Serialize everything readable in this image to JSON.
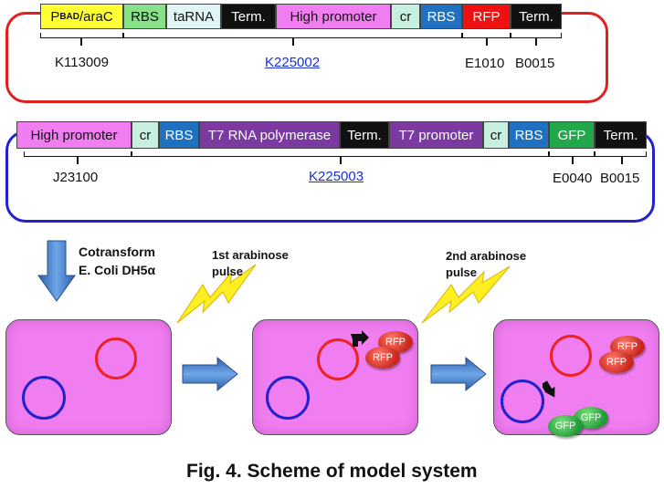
{
  "plasmid1": {
    "parts": [
      {
        "text": "P",
        "sub": "BAD",
        "suffix": "/araC",
        "color": "#ffff33"
      },
      {
        "text": "RBS",
        "color": "#88e088"
      },
      {
        "text": "taRNA",
        "color": "#e0f6f6"
      },
      {
        "text": "Term.",
        "color": "#111111",
        "fg": "#ffffff"
      },
      {
        "text": "High promoter",
        "color": "#f07ef0"
      },
      {
        "text": "cr",
        "color": "#c8f0e0"
      },
      {
        "text": "RBS",
        "color": "#1f70c0",
        "fg": "#ffffff"
      },
      {
        "text": "RFP",
        "color": "#ee1111",
        "fg": "#ffffff"
      },
      {
        "text": "Term.",
        "color": "#111111",
        "fg": "#ffffff"
      }
    ],
    "labels": [
      "K113009",
      "K225002",
      "E1010",
      "B0015"
    ]
  },
  "plasmid2": {
    "parts": [
      {
        "text": "High promoter",
        "color": "#f07ef0"
      },
      {
        "text": "cr",
        "color": "#c8f0e0"
      },
      {
        "text": "RBS",
        "color": "#1f70c0",
        "fg": "#ffffff"
      },
      {
        "text": "T7 RNA polymerase",
        "color": "#7a3aa0",
        "fg": "#ffffff"
      },
      {
        "text": "Term.",
        "color": "#111111",
        "fg": "#ffffff"
      },
      {
        "text": "T7 promoter",
        "color": "#7a3aa0",
        "fg": "#ffffff"
      },
      {
        "text": "cr",
        "color": "#c8f0e0"
      },
      {
        "text": "RBS",
        "color": "#1f70c0",
        "fg": "#ffffff"
      },
      {
        "text": "GFP",
        "color": "#22a84a",
        "fg": "#ffffff"
      },
      {
        "text": "Term.",
        "color": "#111111",
        "fg": "#ffffff"
      }
    ],
    "labels": [
      "J23100",
      "K225003",
      "E0040",
      "B0015"
    ]
  },
  "steps": {
    "cotransform": "Cotransform",
    "strain": "E. Coli DH5α",
    "pulse1": "1st  arabinose",
    "pulse1b": "pulse",
    "pulse2": "2nd arabinose",
    "pulse2b": "pulse"
  },
  "proteins": {
    "rfp": "RFP",
    "gfp": "GFP"
  },
  "caption": "Fig. 4. Scheme of model system",
  "colors": {
    "plasmid1_ring": "#ee2222",
    "plasmid2_ring": "#2222cc",
    "cell": "#f07ef0",
    "arrow": "#3a78c8"
  }
}
